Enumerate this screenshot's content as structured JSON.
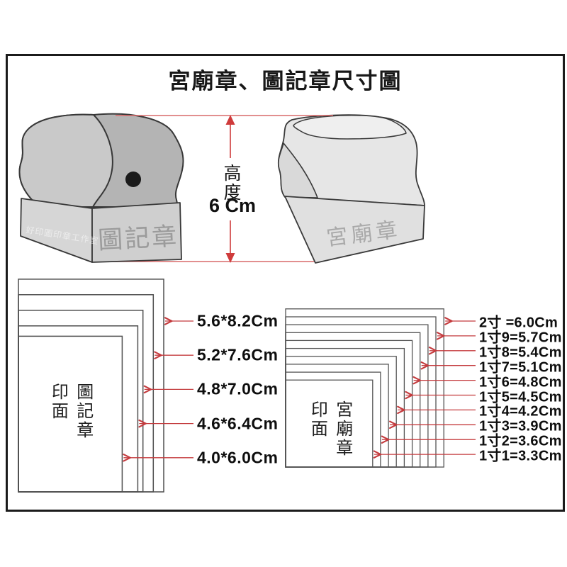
{
  "title": "宮廟章、圖記章尺寸圖",
  "height_dimension": {
    "label": "高度",
    "value": "6 Cm"
  },
  "stamps": {
    "left": {
      "base_label": "圖記章",
      "watermark": "好印圖印章工作室"
    },
    "right": {
      "base_label": "宮廟章"
    }
  },
  "colors": {
    "dimension_red": "#cf3b3b",
    "arrow_red": "#c43b3e",
    "outline_gray": "#3a3a3a",
    "rect_gray": "#4f4f4f",
    "engraving_gray": "#9b9b9b"
  },
  "chart_data": [
    {
      "type": "nested-rectangles",
      "unit": "Cm",
      "face_labels": [
        "印面",
        "圖記章"
      ],
      "sizes": [
        {
          "label": "5.6*8.2Cm",
          "width_cm": 5.6,
          "height_cm": 8.2
        },
        {
          "label": "5.2*7.6Cm",
          "width_cm": 5.2,
          "height_cm": 7.6
        },
        {
          "label": "4.8*7.0Cm",
          "width_cm": 4.8,
          "height_cm": 7.0
        },
        {
          "label": "4.6*6.4Cm",
          "width_cm": 4.6,
          "height_cm": 6.4
        },
        {
          "label": "4.0*6.0Cm",
          "width_cm": 4.0,
          "height_cm": 6.0
        }
      ]
    },
    {
      "type": "nested-squares",
      "unit": "Cm",
      "face_labels": [
        "印面",
        "宮廟章"
      ],
      "sizes": [
        {
          "label": "2寸 =6.0Cm",
          "width_cm": 6.0,
          "height_cm": 6.0
        },
        {
          "label": "1寸9=5.7Cm",
          "width_cm": 5.7,
          "height_cm": 5.7
        },
        {
          "label": "1寸8=5.4Cm",
          "width_cm": 5.4,
          "height_cm": 5.4
        },
        {
          "label": "1寸7=5.1Cm",
          "width_cm": 5.1,
          "height_cm": 5.1
        },
        {
          "label": "1寸6=4.8Cm",
          "width_cm": 4.8,
          "height_cm": 4.8
        },
        {
          "label": "1寸5=4.5Cm",
          "width_cm": 4.5,
          "height_cm": 4.5
        },
        {
          "label": "1寸4=4.2Cm",
          "width_cm": 4.2,
          "height_cm": 4.2
        },
        {
          "label": "1寸3=3.9Cm",
          "width_cm": 3.9,
          "height_cm": 3.9
        },
        {
          "label": "1寸2=3.6Cm",
          "width_cm": 3.6,
          "height_cm": 3.6
        },
        {
          "label": "1寸1=3.3Cm",
          "width_cm": 3.3,
          "height_cm": 3.3
        }
      ]
    }
  ]
}
